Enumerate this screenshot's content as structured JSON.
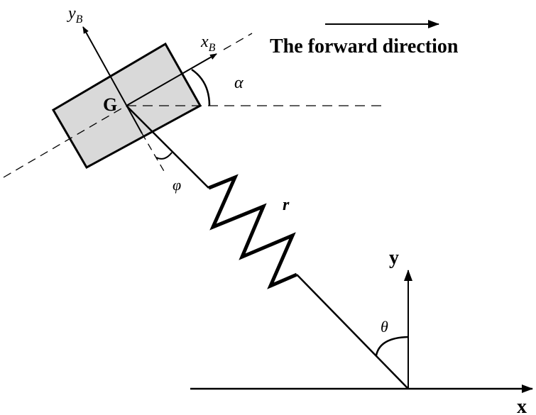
{
  "title": "The forward direction",
  "labels": {
    "body_y_axis": "y",
    "body_y_sub": "B",
    "body_x_axis": "x",
    "body_x_sub": "B",
    "center_of_gravity": "G",
    "alpha": "α",
    "phi": "φ",
    "r": "r",
    "theta": "θ",
    "ground_y": "y",
    "ground_x": "x"
  },
  "colors": {
    "body_fill": "#d9d9d9",
    "stroke": "#000000"
  }
}
